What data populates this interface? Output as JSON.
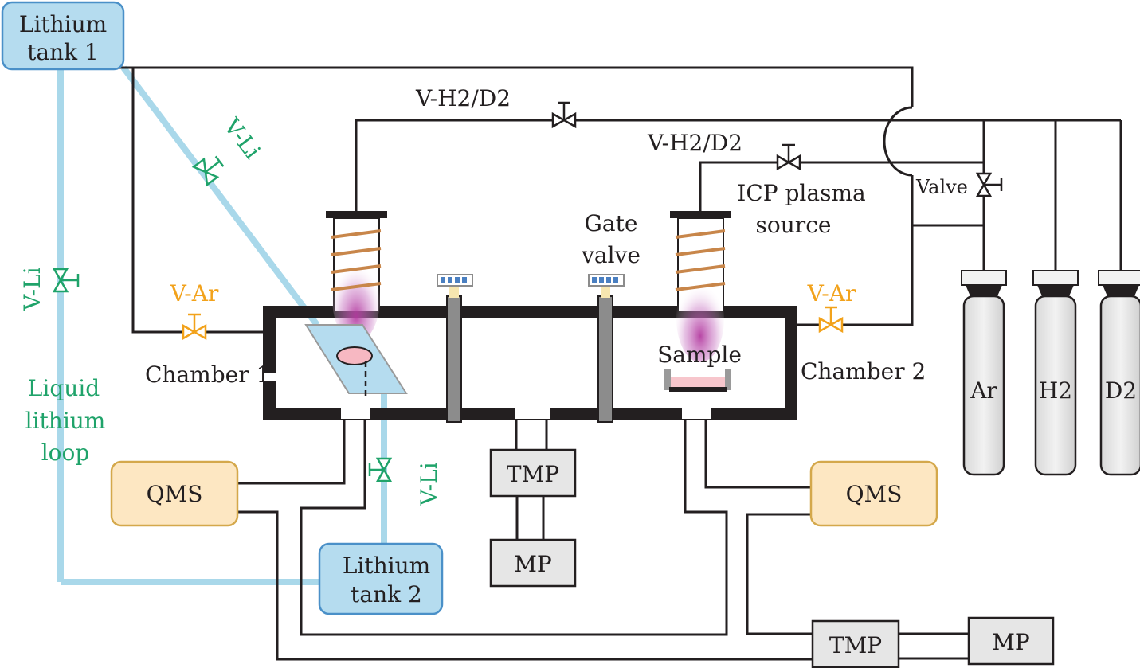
{
  "labels": {
    "lithium_tank_1": [
      "Lithium",
      "tank 1"
    ],
    "lithium_tank_2": [
      "Lithium",
      "tank 2"
    ],
    "v_h2d2_top": "V-H2/D2",
    "v_h2d2_mid": "V-H2/D2",
    "v_li_diag": "V-Li",
    "v_li_left": "V-Li",
    "v_li_bottom": "V-Li",
    "v_ar_left": "V-Ar",
    "v_ar_right": "V-Ar",
    "valve": "Valve",
    "icp": [
      "ICP plasma",
      "source"
    ],
    "gate_valve": [
      "Gate",
      "valve"
    ],
    "sample": "Sample",
    "chamber_1": "Chamber 1",
    "chamber_2": "Chamber 2",
    "liquid_loop": [
      "Liquid",
      "lithium",
      "loop"
    ],
    "qms_left": "QMS",
    "qms_right": "QMS",
    "tmp_center": "TMP",
    "mp_center": "MP",
    "tmp_bottom": "TMP",
    "mp_bottom": "MP",
    "gas_ar": "Ar",
    "gas_h2": "H2",
    "gas_d2": "D2"
  },
  "colors": {
    "lithium_fill": "#b5dcef",
    "lithium_stroke": "#4a90c8",
    "qms_fill": "#fde7c2",
    "qms_stroke": "#d4a84b",
    "pump_fill": "#e6e6e6",
    "v_li": "#1fa36a",
    "v_ar": "#f2a21b",
    "coil": "#c8864a",
    "plasma": "#b43ca0"
  },
  "icons": {
    "valve": "bowtie-valve-icon",
    "coil": "rf-coil-icon",
    "plasma": "plasma-glow-icon",
    "gas_bottle": "gas-cylinder-icon"
  }
}
